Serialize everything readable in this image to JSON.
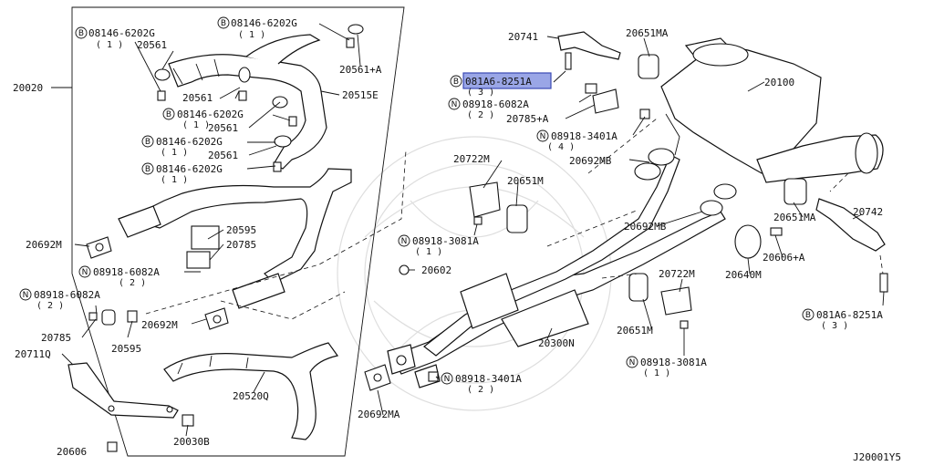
{
  "diagram_id": "J20001Y5",
  "colors": {
    "highlight_fill": "#9aa6e6",
    "highlight_border": "#3b4ab5",
    "ink": "#111111"
  },
  "labels": {
    "l_20020": "20020",
    "l_08146_a": "08146-6202G",
    "l_08146_a_q": "( 1 )",
    "l_20561_a": "20561",
    "l_08146_b": "08146-6202G",
    "l_08146_b_q": "( 1 )",
    "l_20561_plus_a": "20561+A",
    "l_20561_b": "20561",
    "l_20515e": "20515E",
    "l_08146_c": "08146-6202G",
    "l_08146_c_q": "( 1 )",
    "l_20561_c": "20561",
    "l_08146_d": "08146-6202G",
    "l_08146_d_q": "( 1 )",
    "l_20561_d": "20561",
    "l_08146_e": "08146-6202G",
    "l_08146_e_q": "( 1 )",
    "l_20595_a": "20595",
    "l_20785_a": "20785",
    "l_20692m_a": "20692M",
    "l_08918_6082a_a": "08918-6082A",
    "l_08918_6082a_a_q": "( 2 )",
    "l_08918_6082a_b": "08918-6082A",
    "l_08918_6082a_b_q": "( 2 )",
    "l_20692m_b": "20692M",
    "l_20785_b": "20785",
    "l_20595_b": "20595",
    "l_20711q": "20711Q",
    "l_20520q": "20520Q",
    "l_20606": "20606",
    "l_20030b": "20030B",
    "l_20602": "20602",
    "l_20741": "20741",
    "l_20651ma_a": "20651MA",
    "l_081a6_hl": "081A6-8251A",
    "l_081a6_hl_q": "( 3 )",
    "l_08918_6082a_c": "08918-6082A",
    "l_08918_6082a_c_q": "( 2 )",
    "l_20785_plus_a": "20785+A",
    "l_20100": "20100",
    "l_08918_3401a_a": "08918-3401A",
    "l_08918_3401a_a_q": "( 4 )",
    "l_20692mb_a": "20692MB",
    "l_20722m_a": "20722M",
    "l_20651m_a": "20651M",
    "l_08918_3081a_a": "08918-3081A",
    "l_08918_3081a_a_q": "( 1 )",
    "l_20692mb_b": "20692MB",
    "l_20651ma_b": "20651MA",
    "l_20742": "20742",
    "l_20606_plus_a": "20606+A",
    "l_20640m": "20640M",
    "l_081a6_b": "081A6-8251A",
    "l_081a6_b_q": "( 3 )",
    "l_20722m_b": "20722M",
    "l_20651m_b": "20651M",
    "l_20300n": "20300N",
    "l_08918_3081a_b": "08918-3081A",
    "l_08918_3081a_b_q": "( 1 )",
    "l_08918_3401a_b": "08918-3401A",
    "l_08918_3401a_b_q": "( 2 )",
    "l_20692ma": "20692MA"
  },
  "symbols": {
    "bolt_prefix": "B",
    "nut_prefix": "N"
  }
}
